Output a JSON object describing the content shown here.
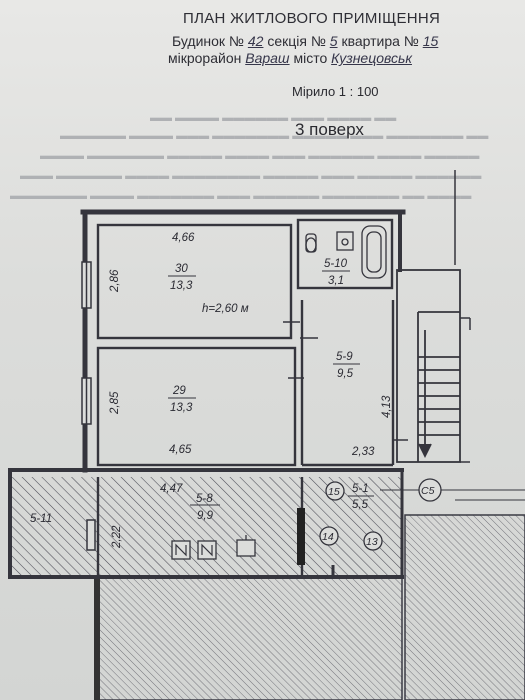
{
  "header": {
    "title": "ПЛАН ЖИТЛОВОГО ПРИМІЩЕННЯ",
    "building_label": "Будинок №",
    "building_no": "42",
    "section_label": "секція №",
    "section_no": "5",
    "apartment_label": "квартира №",
    "apartment_no": "15",
    "district_label": "мікрорайон",
    "district": "Вараш",
    "city_label": "місто",
    "city": "Кузнецовськ",
    "scale": "Мірило 1 : 100",
    "floor": "3 поверх"
  },
  "rooms": {
    "r30": {
      "code": "30",
      "area": "13,3",
      "width": "4,66",
      "depth": "2,86"
    },
    "r29": {
      "code": "29",
      "area": "13,3",
      "width": "4,65",
      "depth": "2,85"
    },
    "r5_10": {
      "code": "5-10",
      "area": "3,1"
    },
    "r5_9": {
      "code": "5-9",
      "area": "9,5",
      "width": "2,33",
      "depth": "4,13"
    },
    "r5_8": {
      "code": "5-8",
      "area": "9,9",
      "width": "4,47",
      "depth": "2,22"
    },
    "r5_1": {
      "code": "5-1",
      "area": "5,5"
    },
    "r5_11": {
      "code": "5-11"
    }
  },
  "ceiling_height": "h=2,60 м",
  "markers": {
    "m15": "15",
    "m14": "14",
    "m13": "13",
    "c5": "C5"
  },
  "colors": {
    "ink": "#2b2b33",
    "paper": "#dcdddb"
  }
}
